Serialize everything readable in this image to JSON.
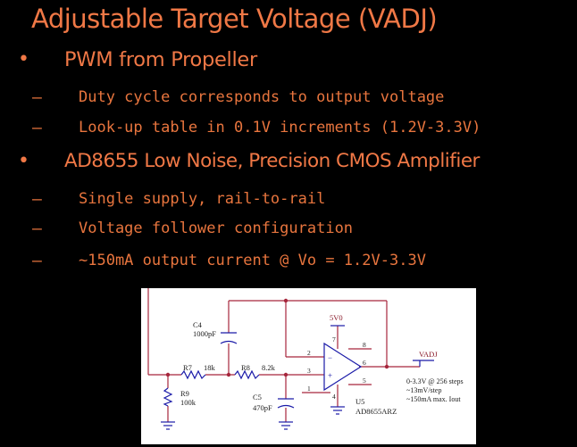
{
  "slide": {
    "title": "Adjustable Target Voltage (VADJ)",
    "bullets": [
      {
        "mark": "•",
        "text": "PWM from Propeller",
        "subs": [
          {
            "mark": "–",
            "text": "Duty cycle corresponds to output voltage"
          },
          {
            "mark": "–",
            "text": "Look-up table in 0.1V increments (1.2V-3.3V)"
          }
        ]
      },
      {
        "mark": "•",
        "text": "AD8655 Low Noise, Precision CMOS Amplifier",
        "subs": [
          {
            "mark": "–",
            "text": "Single supply, rail-to-rail"
          },
          {
            "mark": "–",
            "text": "Voltage follower configuration"
          },
          {
            "mark": "–",
            "text": "~150mA output current @ Vo = 1.2V-3.3V"
          }
        ]
      }
    ]
  },
  "schematic": {
    "c4_ref": "C4",
    "c4_value": "1000pF",
    "r7_ref": "R7",
    "r7_value": "18k",
    "r8_ref": "R8",
    "r8_value": "8.2k",
    "r9_ref": "R9",
    "r9_value": "100k",
    "c5_ref": "C5",
    "c5_value": "470pF",
    "supply_label": "5V0",
    "net_label": "VADJ",
    "pin_2": "2",
    "pin_3": "3",
    "pin_1": "1",
    "pin_4": "4",
    "pin_5": "5",
    "pin_6": "6",
    "pin_7": "7",
    "pin_8": "8",
    "minus_sign": "−",
    "plus_sign": "+",
    "u5_ref": "U5",
    "u5_part": "AD8655ARZ",
    "note_line1": "0-3.3V @ 256 steps",
    "note_line2": "~13mV/step",
    "note_line3": "~150mA max. Iout"
  },
  "colors": {
    "background": "#000000",
    "accent": "#f07846",
    "bullet_text": "#f07846",
    "sub_text": "#e8753e",
    "schematic_wire": "#a6263c",
    "schematic_part": "#1a1aa8",
    "schematic_text": "#202020",
    "schematic_net": "#8a1a2a"
  }
}
